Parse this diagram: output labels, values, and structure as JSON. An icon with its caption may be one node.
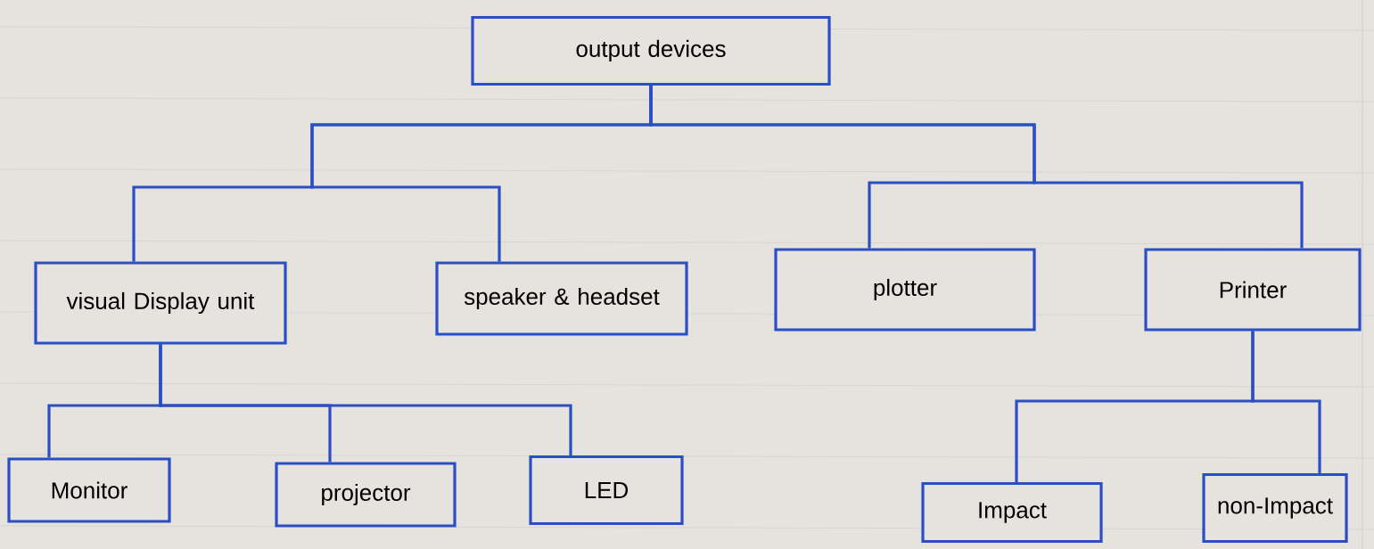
{
  "diagram": {
    "nodes": [
      {
        "text": [
          "output devices"
        ]
      },
      {
        "text": [
          "visual Display unit"
        ]
      },
      {
        "text": [
          "speaker & headset"
        ]
      },
      {
        "text": [
          "plotter"
        ]
      },
      {
        "text": [
          "Printer"
        ]
      },
      {
        "text": [
          "Monitor"
        ]
      },
      {
        "text": [
          "projector"
        ]
      },
      {
        "text": [
          "LED"
        ]
      },
      {
        "text": [
          "Impact"
        ]
      },
      {
        "text": [
          "non-Impact"
        ]
      }
    ],
    "edges": [
      {
        "from": 0,
        "to": 1,
        "arrow": "none"
      },
      {
        "from": 0,
        "to": 2,
        "arrow": "none"
      },
      {
        "from": 0,
        "to": 3,
        "arrow": "none"
      },
      {
        "from": 0,
        "to": 4,
        "arrow": "none"
      },
      {
        "from": 1,
        "to": 5,
        "arrow": "none"
      },
      {
        "from": 1,
        "to": 6,
        "arrow": "none"
      },
      {
        "from": 1,
        "to": 7,
        "arrow": "none"
      },
      {
        "from": 4,
        "to": 8,
        "arrow": "none"
      },
      {
        "from": 4,
        "to": 9,
        "arrow": "none"
      }
    ]
  }
}
